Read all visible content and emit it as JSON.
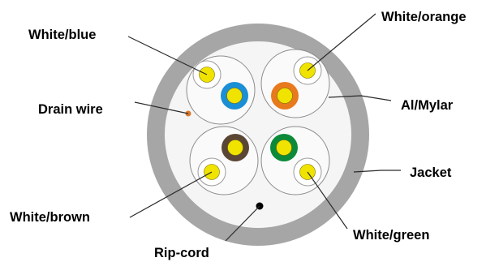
{
  "colors": {
    "jacket": "#a6a6a6",
    "core": "#f5f5f5",
    "shield_outline": "#8c8c8c",
    "conductor_yellow": "#f0e300",
    "wire_blue": "#1a8fd6",
    "wire_orange": "#e87a1e",
    "wire_brown": "#5b4636",
    "wire_green": "#0c8a3a",
    "drain": "#d9772b",
    "ripcord": "#000000"
  },
  "labels": {
    "white_blue": "White/blue",
    "white_orange": "White/orange",
    "drain_wire": "Drain wire",
    "al_mylar": "Al/Mylar",
    "jacket": "Jacket",
    "white_brown": "White/brown",
    "white_green": "White/green",
    "rip_cord": "Rip-cord"
  }
}
